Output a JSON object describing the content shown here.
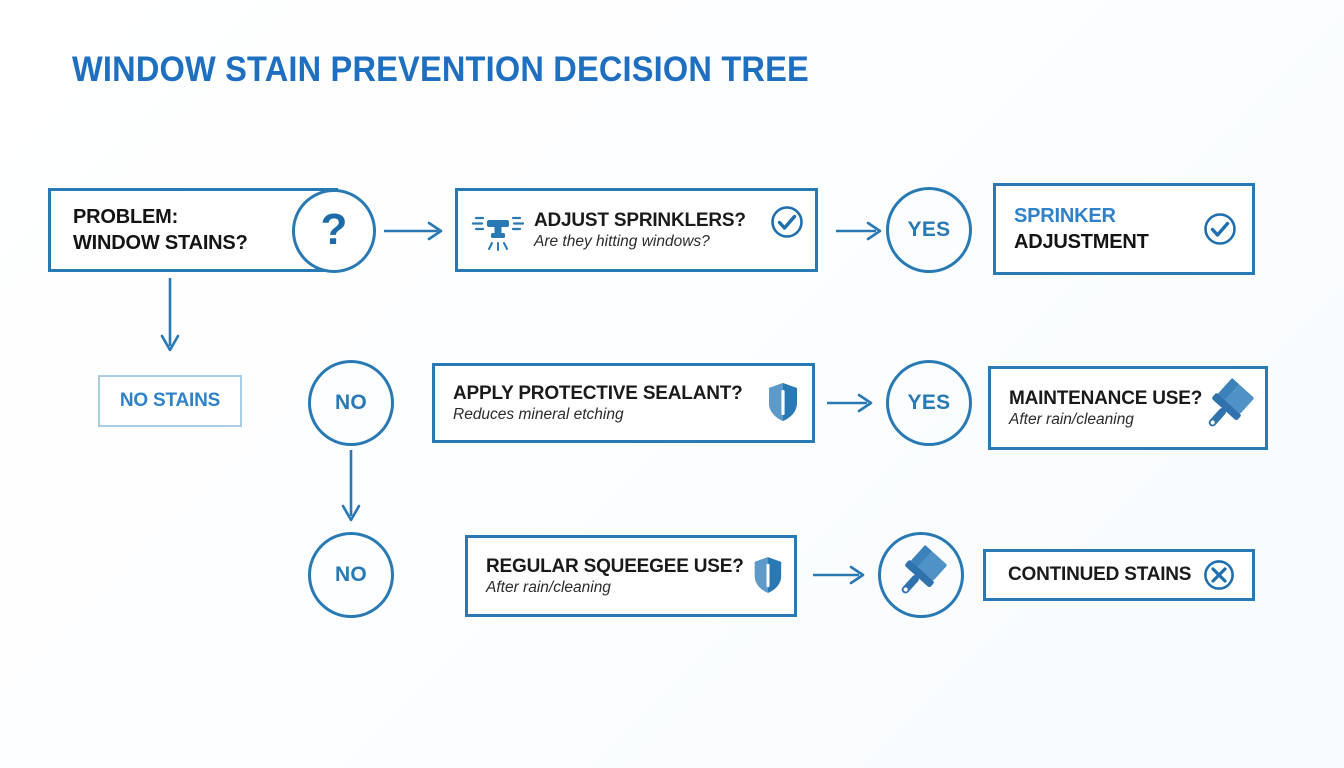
{
  "page": {
    "title": "WINDOW STAIN PREVENTION DECISION TREE",
    "background_color": "#ffffff",
    "accent_color": "#2879b4",
    "accent_light_color": "#a9cde6",
    "text_color": "#1a1a1a"
  },
  "nodes": {
    "problem": {
      "line1": "PROBLEM:",
      "line2": "WINDOW STAINS?",
      "badge_label": "?"
    },
    "no_stains": {
      "label": "NO STAINS"
    },
    "adjust_sprinklers": {
      "headline": "ADJUST SPRINKLERS?",
      "subtext": "Are they hitting windows?",
      "left_icon": "sprinkler-icon",
      "right_icon": "check-circle-icon"
    },
    "sprinker_adjustment": {
      "line1": "SPRINKER",
      "line2": "ADJUSTMENT",
      "right_icon": "check-circle-icon"
    },
    "apply_sealant": {
      "headline": "APPLY PROTECTIVE SEALANT?",
      "subtext": "Reduces mineral etching",
      "right_icon": "shield-icon"
    },
    "maintenance_use": {
      "headline": "MAINTENANCE USE?",
      "subtext": "After rain/cleaning",
      "right_icon": "squeegee-icon"
    },
    "regular_squeegee": {
      "headline": "REGULAR SQUEEGEE USE?",
      "subtext": "After rain/cleaning",
      "right_icon": "shield-icon"
    },
    "continued_stains": {
      "label": "CONTINUED STAINS",
      "right_icon": "x-circle-icon"
    }
  },
  "decisions": {
    "yes_row1": "YES",
    "no_row1": "NO",
    "yes_row2": "YES",
    "no_row2": "NO",
    "squeegee_circle_icon": "squeegee-icon"
  },
  "chart_data": {
    "type": "diagram",
    "title": "WINDOW STAIN PREVENTION DECISION TREE",
    "diagram_kind": "decision-tree",
    "nodes": [
      {
        "id": "problem",
        "kind": "start",
        "text": "PROBLEM: WINDOW STAINS?",
        "row": 1,
        "col": 1
      },
      {
        "id": "no-stains",
        "kind": "terminal",
        "text": "NO STAINS",
        "row": 2,
        "col": 1
      },
      {
        "id": "adjust-sprinklers",
        "kind": "decision",
        "text": "ADJUST SPRINKLERS?",
        "subtext": "Are they hitting windows?",
        "row": 1,
        "col": 2
      },
      {
        "id": "yes-1",
        "kind": "branch",
        "text": "YES",
        "row": 1,
        "col": 3
      },
      {
        "id": "sprinker-adjustment",
        "kind": "outcome",
        "text": "SPRINKER ADJUSTMENT",
        "row": 1,
        "col": 4
      },
      {
        "id": "no-1",
        "kind": "branch",
        "text": "NO",
        "row": 2,
        "col": 1.5
      },
      {
        "id": "apply-sealant",
        "kind": "decision",
        "text": "APPLY PROTECTIVE SEALANT?",
        "subtext": "Reduces mineral etching",
        "row": 2,
        "col": 2
      },
      {
        "id": "yes-2",
        "kind": "branch",
        "text": "YES",
        "row": 2,
        "col": 3
      },
      {
        "id": "maintenance-use",
        "kind": "outcome",
        "text": "MAINTENANCE USE?",
        "subtext": "After rain/cleaning",
        "row": 2,
        "col": 4
      },
      {
        "id": "no-2",
        "kind": "branch",
        "text": "NO",
        "row": 3,
        "col": 1.5
      },
      {
        "id": "regular-squeegee",
        "kind": "decision",
        "text": "REGULAR SQUEEGEE USE?",
        "subtext": "After rain/cleaning",
        "row": 3,
        "col": 2
      },
      {
        "id": "squeegee-circle",
        "kind": "branch",
        "text": "",
        "row": 3,
        "col": 3
      },
      {
        "id": "continued-stains",
        "kind": "outcome",
        "text": "CONTINUED STAINS",
        "row": 3,
        "col": 4
      }
    ],
    "edges": [
      {
        "from": "problem",
        "to": "adjust-sprinklers",
        "label": "",
        "dir": "right"
      },
      {
        "from": "problem",
        "to": "no-stains",
        "label": "",
        "dir": "down"
      },
      {
        "from": "adjust-sprinklers",
        "to": "yes-1",
        "label": "YES",
        "dir": "right"
      },
      {
        "from": "yes-1",
        "to": "sprinker-adjustment",
        "label": "",
        "dir": "right"
      },
      {
        "from": "no-1",
        "to": "no-2",
        "label": "NO",
        "dir": "down"
      },
      {
        "from": "apply-sealant",
        "to": "yes-2",
        "label": "YES",
        "dir": "right"
      },
      {
        "from": "yes-2",
        "to": "maintenance-use",
        "label": "",
        "dir": "right"
      },
      {
        "from": "regular-squeegee",
        "to": "squeegee-circle",
        "label": "",
        "dir": "right"
      },
      {
        "from": "squeegee-circle",
        "to": "continued-stains",
        "label": "",
        "dir": "right"
      }
    ]
  }
}
